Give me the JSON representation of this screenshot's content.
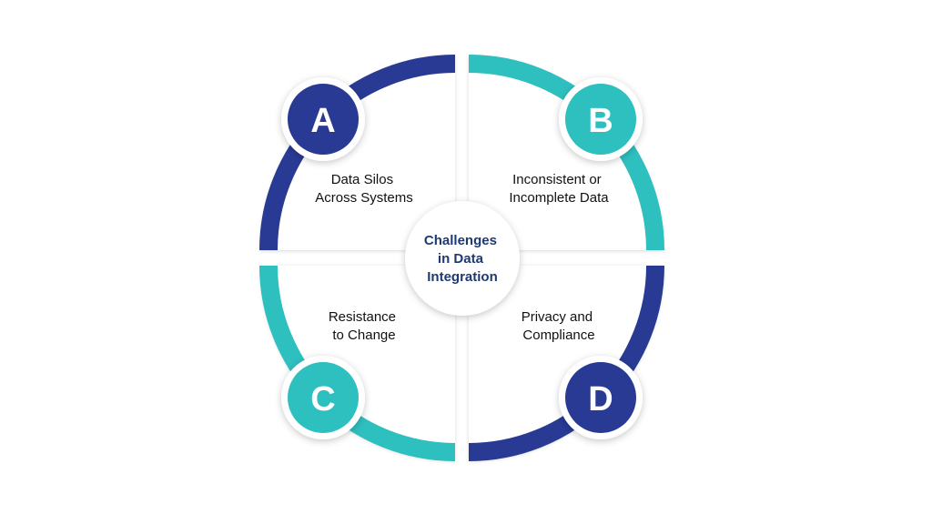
{
  "colors": {
    "navy": "#283a93",
    "teal": "#2ebfbf",
    "center_text": "#1f3a6e"
  },
  "center": {
    "title_lines": [
      "Challenges",
      "in Data",
      "Integration"
    ]
  },
  "quadrants": [
    {
      "letter": "A",
      "color": "navy",
      "text_lines": [
        "Data Silos",
        "Across Systems"
      ]
    },
    {
      "letter": "B",
      "color": "teal",
      "text_lines": [
        "Inconsistent or",
        "Incomplete Data"
      ]
    },
    {
      "letter": "C",
      "color": "teal",
      "text_lines": [
        "Resistance",
        "to Change"
      ]
    },
    {
      "letter": "D",
      "color": "navy",
      "text_lines": [
        "Privacy and",
        "Compliance"
      ]
    }
  ]
}
